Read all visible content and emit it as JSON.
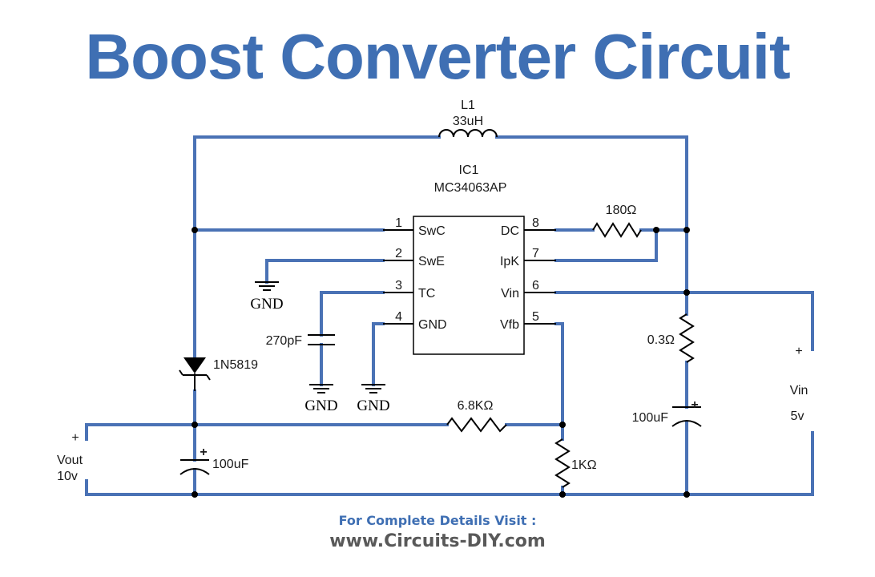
{
  "title": "Boost Converter Circuit",
  "colors": {
    "title": "#3f6fb3",
    "wire": "#4a72b5",
    "footer_link": "#595959"
  },
  "ic": {
    "ref": "IC1",
    "part": "MC34063AP",
    "pins_left": [
      {
        "num": "1",
        "name": "SwC"
      },
      {
        "num": "2",
        "name": "SwE"
      },
      {
        "num": "3",
        "name": "TC"
      },
      {
        "num": "4",
        "name": "GND"
      }
    ],
    "pins_right": [
      {
        "num": "8",
        "name": "DC"
      },
      {
        "num": "7",
        "name": "IpK"
      },
      {
        "num": "6",
        "name": "Vin"
      },
      {
        "num": "5",
        "name": "Vfb"
      }
    ]
  },
  "components": {
    "inductor": {
      "ref": "L1",
      "value": "33uH"
    },
    "r_dc": "180Ω",
    "r_sense": "0.3Ω",
    "r_fb_top": "6.8KΩ",
    "r_fb_bottom": "1KΩ",
    "c_timing": "270pF",
    "c_in": "100uF",
    "c_out": "100uF",
    "diode": "1N5819"
  },
  "ground_label": "GND",
  "polarity": {
    "plus": "+"
  },
  "output": {
    "name": "Vout",
    "value": "10v"
  },
  "input": {
    "name": "Vin",
    "value": "5v"
  },
  "footer": {
    "line1": "For Complete Details Visit :",
    "line2": "www.Circuits-DIY.com"
  }
}
